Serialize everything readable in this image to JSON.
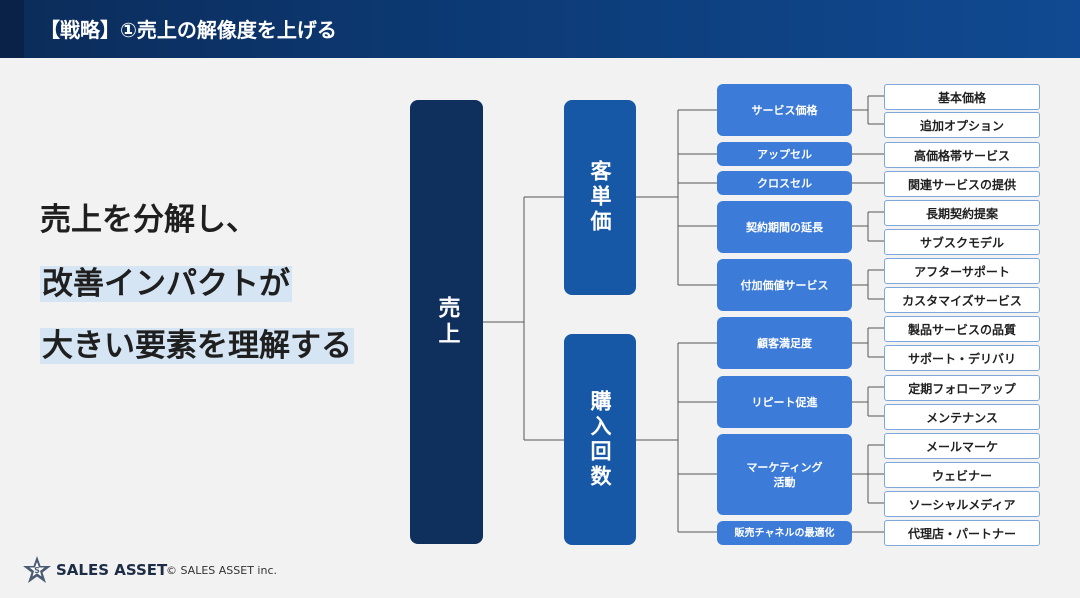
{
  "header": {
    "title": "【戦略】①売上の解像度を上げる"
  },
  "tagline": {
    "line1": "売上を分解し、",
    "line2": "改善インパクトが",
    "line3": "大きい要素を理解する"
  },
  "tree": {
    "root": "売上",
    "branches": [
      {
        "label": "客単価",
        "items": [
          {
            "label": "サービス価格",
            "children": [
              "基本価格",
              "追加オプション"
            ]
          },
          {
            "label": "アップセル",
            "children": [
              "高価格帯サービス"
            ]
          },
          {
            "label": "クロスセル",
            "children": [
              "関連サービスの提供"
            ]
          },
          {
            "label": "契約期間の延長",
            "children": [
              "長期契約提案",
              "サブスクモデル"
            ]
          },
          {
            "label": "付加価値サービス",
            "children": [
              "アフターサポート",
              "カスタマイズサービス"
            ]
          }
        ]
      },
      {
        "label": "購入回数",
        "items": [
          {
            "label": "顧客満足度",
            "children": [
              "製品サービスの品質",
              "サポート・デリバリ"
            ]
          },
          {
            "label": "リピート促進",
            "children": [
              "定期フォローアップ",
              "メンテナンス"
            ]
          },
          {
            "label": "マーケティング\n活動",
            "children": [
              "メールマーケ",
              "ウェビナー",
              "ソーシャルメディア"
            ]
          },
          {
            "label": "販売チャネルの最適化",
            "children": [
              "代理店・パートナー"
            ]
          }
        ]
      }
    ]
  },
  "footer": {
    "brand": "SALES ASSET",
    "copyright": "© SALES ASSET inc."
  },
  "colors": {
    "header": "#0d3f7e",
    "root": "#0f2f5c",
    "level1": "#1758a6",
    "level2": "#3d7bd9",
    "highlight": "#d6e5f4"
  }
}
